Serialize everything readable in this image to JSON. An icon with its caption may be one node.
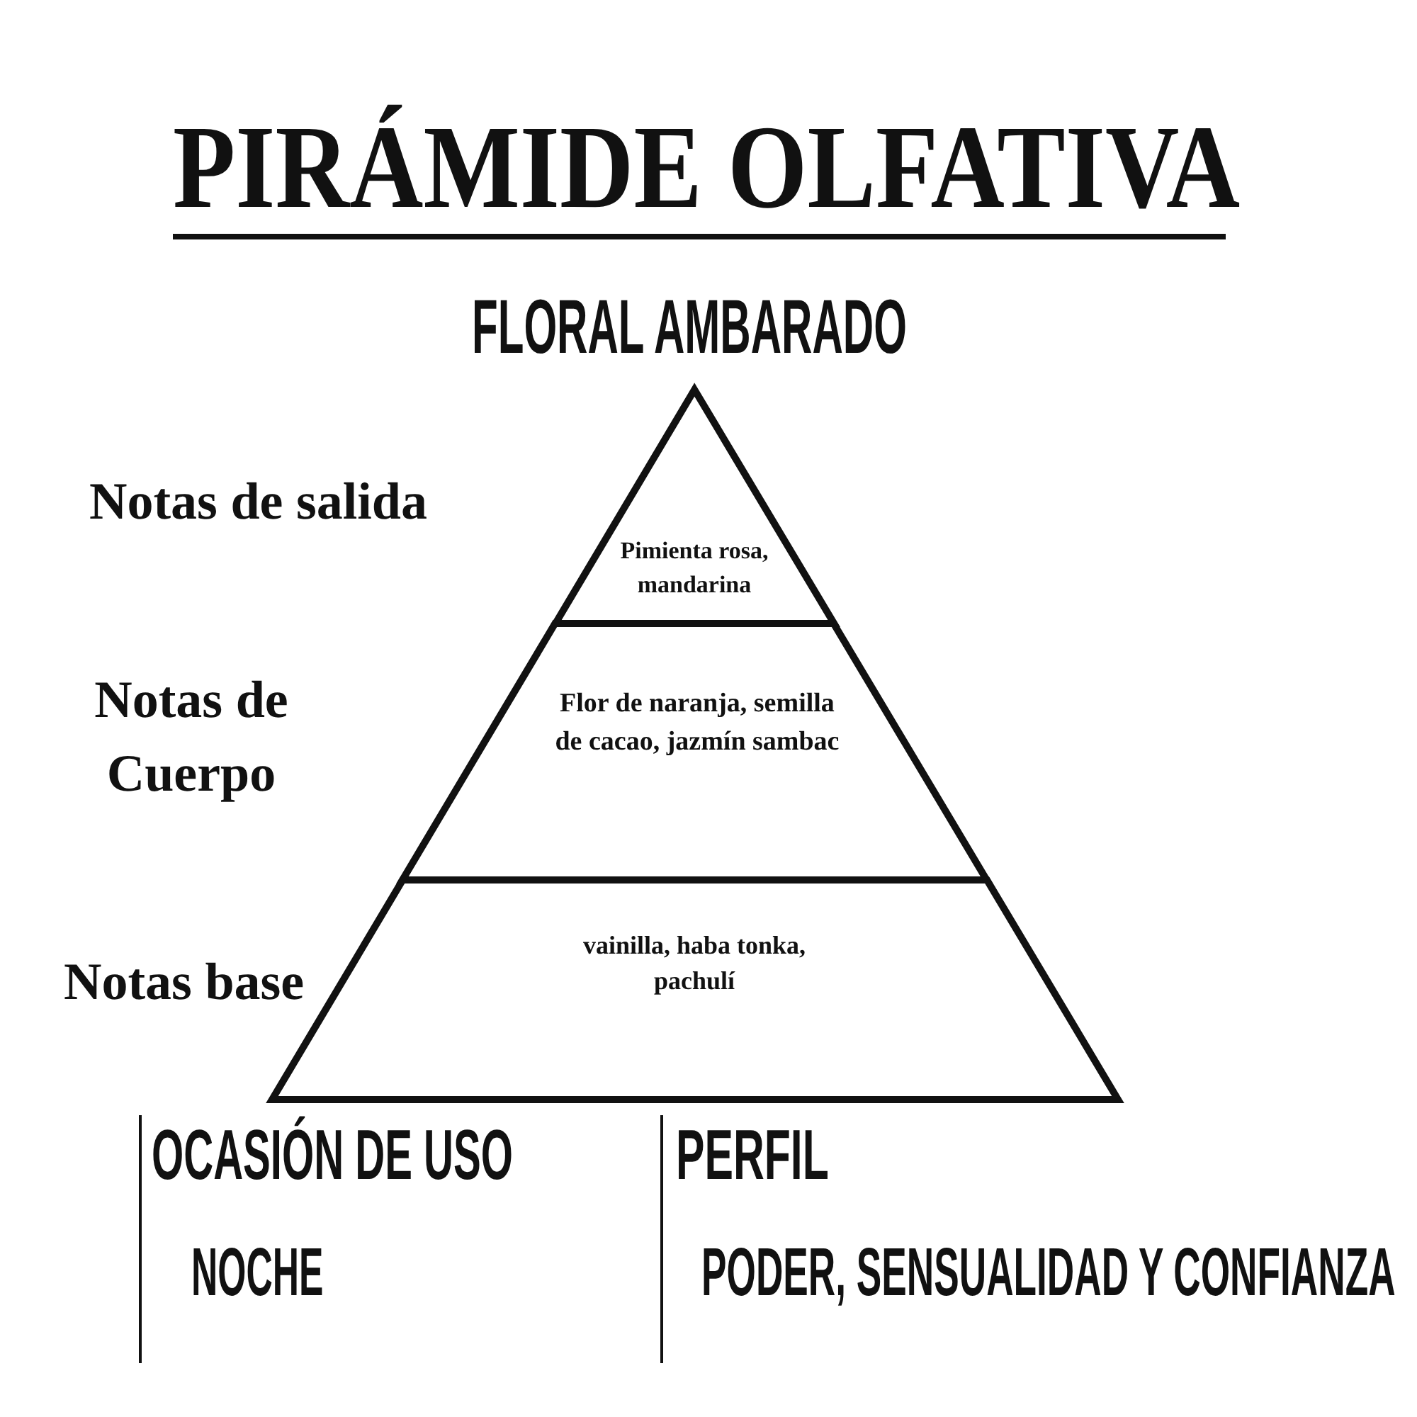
{
  "diagram": {
    "title": "PIRÁMIDE OLFATIVA",
    "nodes": [
      {
        "text": [
          "Pimienta rosa, mandarina"
        ],
        "beside": [
          "Notas de salida"
        ]
      },
      {
        "text": [
          "Flor de naranja, semilla de cacao, jazmín sambac"
        ],
        "beside": [
          "Notas de Cuerpo"
        ]
      },
      {
        "text": [
          "vainilla, haba tonka, pachulí"
        ],
        "beside": [
          "Notas base"
        ]
      }
    ],
    "labels": [
      "FLORAL AMBARADO",
      "OCASIÓN DE USO",
      "NOCHE",
      "PERFIL",
      "PODER, SENSUALIDAD Y CONFIANZA"
    ]
  }
}
